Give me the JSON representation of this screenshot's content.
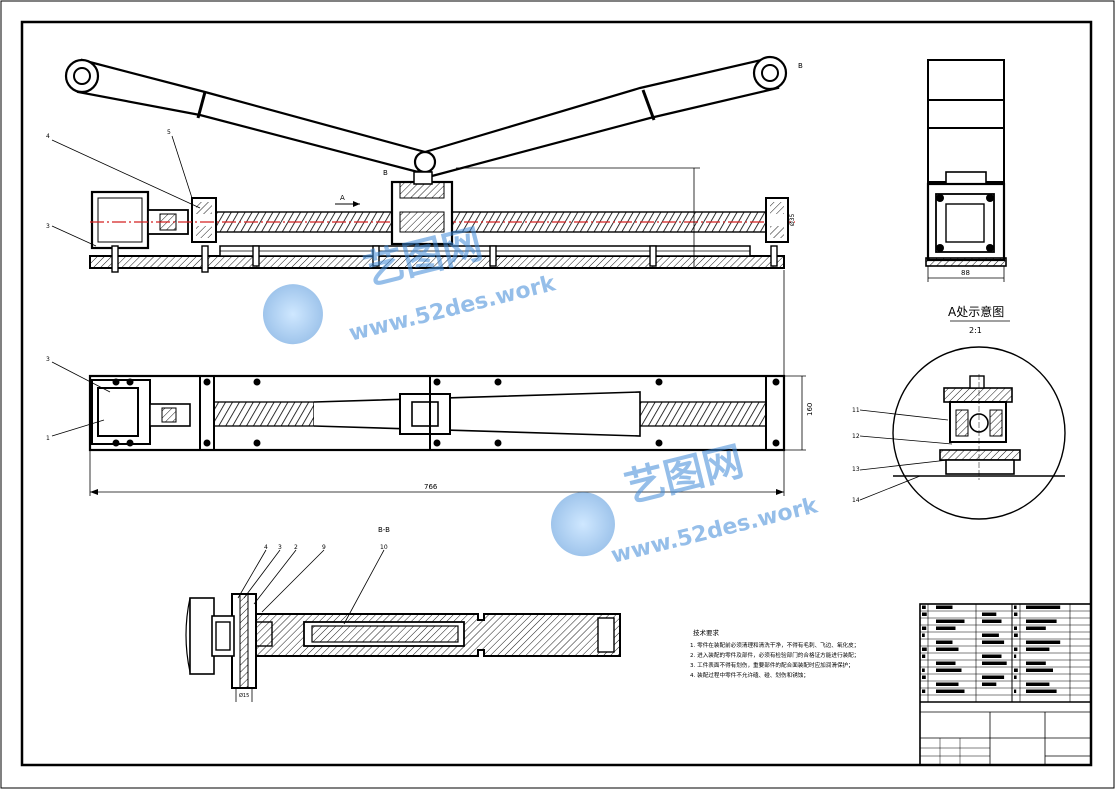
{
  "labels": {
    "b_top": "B",
    "b_pivot": "B",
    "a_arrow": "A",
    "section_bb": "B-B",
    "detail_title": "A处示意图",
    "detail_scale": "2:1",
    "dim_bottom": "766",
    "dim_side": "160",
    "dim_endview": "88",
    "dim_bolt": "Ø35",
    "dim_small": "Ø15",
    "tech_title": "技术要求",
    "tech_items": [
      "1. 零件在装配前必须清理和清洗干净，不得有毛刺、飞边、氧化皮；",
      "2. 进入装配的零件及部件，必须有检验部门的合格证方能进行装配；",
      "3. 工件表面不得有划伤，重要部件的配合面装配时应加润滑保护；",
      "4. 装配过程中零件不允许磕、碰、划伤和锈蚀；"
    ]
  },
  "part_numbers": {
    "front_view": [
      "4",
      "5",
      "3"
    ],
    "top_view": [
      "3",
      "1"
    ],
    "section": [
      "4",
      "3",
      "2",
      "9",
      "10"
    ],
    "detail": [
      "11",
      "12",
      "13",
      "14"
    ]
  },
  "watermark": {
    "brand": "艺图网",
    "url": "www.52des.work"
  },
  "colors": {
    "line": "#000000",
    "centerline": "#d42020",
    "watermark": "#3f8ad8"
  }
}
